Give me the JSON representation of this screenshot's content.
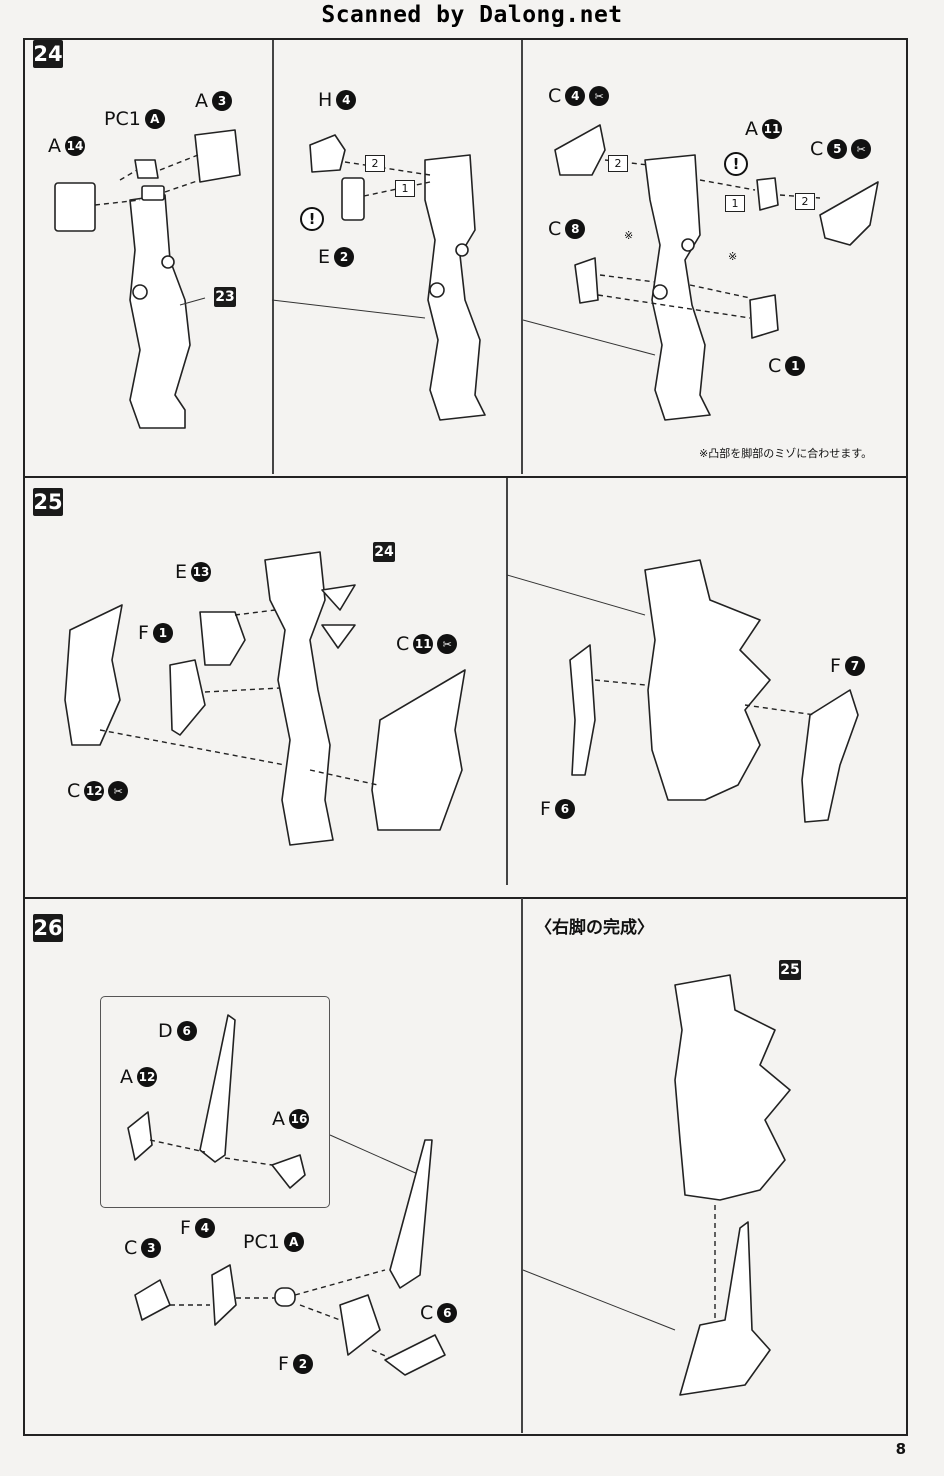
{
  "watermark": "Scanned by Dalong.net",
  "page_number": "8",
  "steps": {
    "s24": {
      "number": "24",
      "ref": "23",
      "labels": {
        "a14": {
          "letter": "A",
          "num": "14"
        },
        "pc1a": {
          "letter": "PC1",
          "num": "A"
        },
        "a3": {
          "letter": "A",
          "num": "3"
        },
        "h4": {
          "letter": "H",
          "num": "4"
        },
        "e2": {
          "letter": "E",
          "num": "2"
        },
        "c4": {
          "letter": "C",
          "num": "4"
        },
        "a11": {
          "letter": "A",
          "num": "11"
        },
        "c5": {
          "letter": "C",
          "num": "5"
        },
        "c8": {
          "letter": "C",
          "num": "8"
        },
        "c1": {
          "letter": "C",
          "num": "1"
        }
      },
      "order_1": "1",
      "order_2": "2",
      "note_mark": "※",
      "note": "※凸部を脚部のミゾに合わせます。"
    },
    "s25": {
      "number": "25",
      "ref": "24",
      "labels": {
        "e13": {
          "letter": "E",
          "num": "13"
        },
        "f1": {
          "letter": "F",
          "num": "1"
        },
        "c11": {
          "letter": "C",
          "num": "11"
        },
        "c12": {
          "letter": "C",
          "num": "12"
        },
        "f7": {
          "letter": "F",
          "num": "7"
        },
        "f6": {
          "letter": "F",
          "num": "6"
        }
      }
    },
    "s26": {
      "number": "26",
      "ref": "25",
      "completion_title": "〈右脚の完成〉",
      "labels": {
        "d6": {
          "letter": "D",
          "num": "6"
        },
        "a12": {
          "letter": "A",
          "num": "12"
        },
        "a16": {
          "letter": "A",
          "num": "16"
        },
        "c3": {
          "letter": "C",
          "num": "3"
        },
        "f4": {
          "letter": "F",
          "num": "4"
        },
        "pc1a": {
          "letter": "PC1",
          "num": "A"
        },
        "c6": {
          "letter": "C",
          "num": "6"
        },
        "f2": {
          "letter": "F",
          "num": "2"
        }
      }
    }
  },
  "icons": {
    "cut": "nipper-icon",
    "caution": "exclamation-icon"
  },
  "colors": {
    "paper": "#f4f3f1",
    "ink": "#111111"
  }
}
